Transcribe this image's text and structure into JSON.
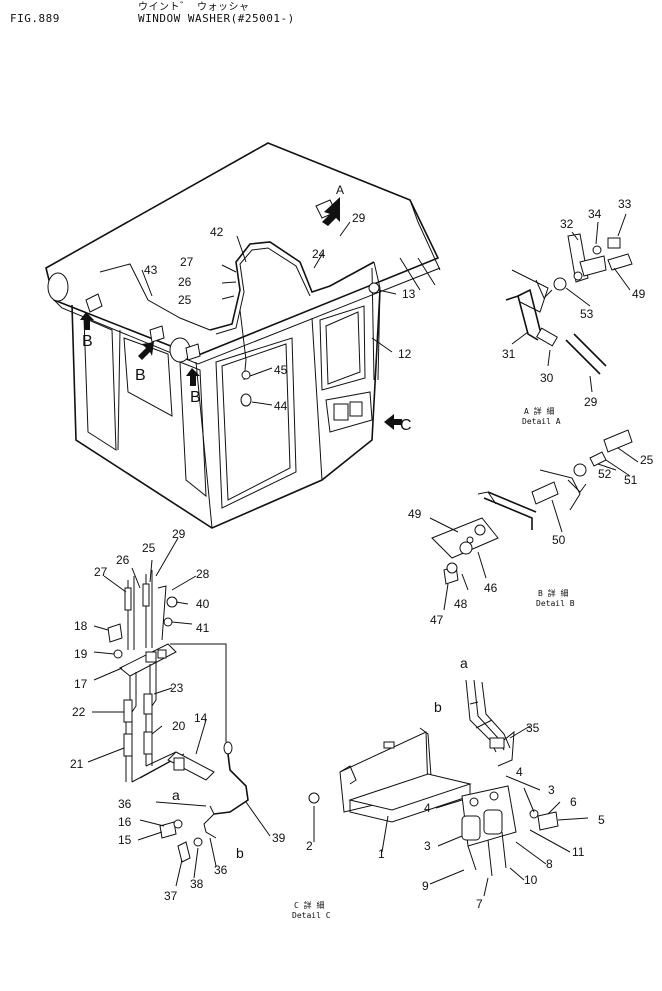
{
  "header": {
    "fig": "FIG.889",
    "kana": "ウイント゛ ウォッシャ",
    "title": "WINDOW WASHER(#25001-)"
  },
  "views": {
    "A": "A",
    "B": "B",
    "C": "C",
    "a": "a",
    "b": "b"
  },
  "details": {
    "a_jp": "A 詳 細",
    "a_en": "Detail A",
    "b_jp": "B 詳 細",
    "b_en": "Detail B",
    "c_jp": "C 詳 細",
    "c_en": "Detail C"
  },
  "parts": {
    "p1": "1",
    "p2": "2",
    "p3a": "3",
    "p3b": "3",
    "p4a": "4",
    "p4b": "4",
    "p5": "5",
    "p6": "6",
    "p7": "7",
    "p8": "8",
    "p9": "9",
    "p10": "10",
    "p11": "11",
    "p12": "12",
    "p13": "13",
    "p14": "14",
    "p15": "15",
    "p16": "16",
    "p17": "17",
    "p18": "18",
    "p19": "19",
    "p20": "20",
    "p21": "21",
    "p22": "22",
    "p23": "23",
    "p24": "24",
    "p25a": "25",
    "p25b": "25",
    "p25c": "25",
    "p26a": "26",
    "p26b": "26",
    "p27a": "27",
    "p27b": "27",
    "p28": "28",
    "p29a": "29",
    "p29b": "29",
    "p29c": "29",
    "p30": "30",
    "p31": "31",
    "p32": "32",
    "p33": "33",
    "p34": "34",
    "p35": "35",
    "p36a": "36",
    "p36b": "36",
    "p37": "37",
    "p38": "38",
    "p39": "39",
    "p40": "40",
    "p41": "41",
    "p42": "42",
    "p43": "43",
    "p44": "44",
    "p45": "45",
    "p46": "46",
    "p47": "47",
    "p48": "48",
    "p49a": "49",
    "p49b": "49",
    "p50": "50",
    "p51": "51",
    "p52": "52",
    "p53": "53"
  }
}
